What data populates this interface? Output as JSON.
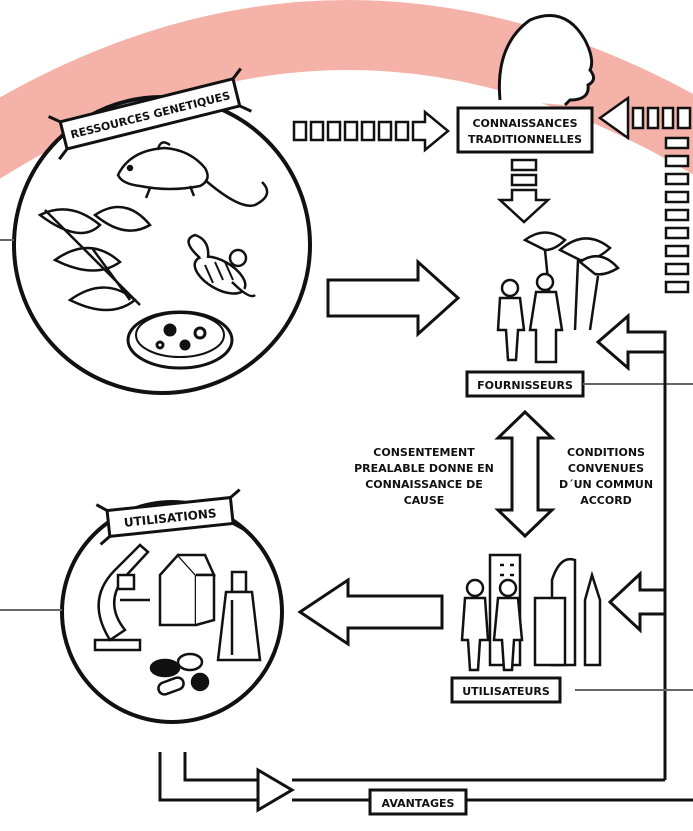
{
  "diagram": {
    "genetic_resources_label": "RESSOURCES GENETIQUES",
    "traditional_knowledge_line1": "CONNAISSANCES",
    "traditional_knowledge_line2": "TRADITIONNELLES",
    "providers_label": "FOURNISSEURS",
    "consent_lines": [
      "CONSENTEMENT",
      "PREALABLE DONNE EN",
      "CONNAISSANCE DE",
      "CAUSE"
    ],
    "terms_lines": [
      "CONDITIONS",
      "CONVENUES",
      "D´UN COMMUN",
      "ACCORD"
    ],
    "uses_label": "UTILISATIONS",
    "users_label": "UTILISATEURS",
    "benefits_label": "AVANTAGES"
  },
  "colors": {
    "ink": "#111111",
    "accent_arc": "#f2a49a",
    "background": "#ffffff"
  }
}
